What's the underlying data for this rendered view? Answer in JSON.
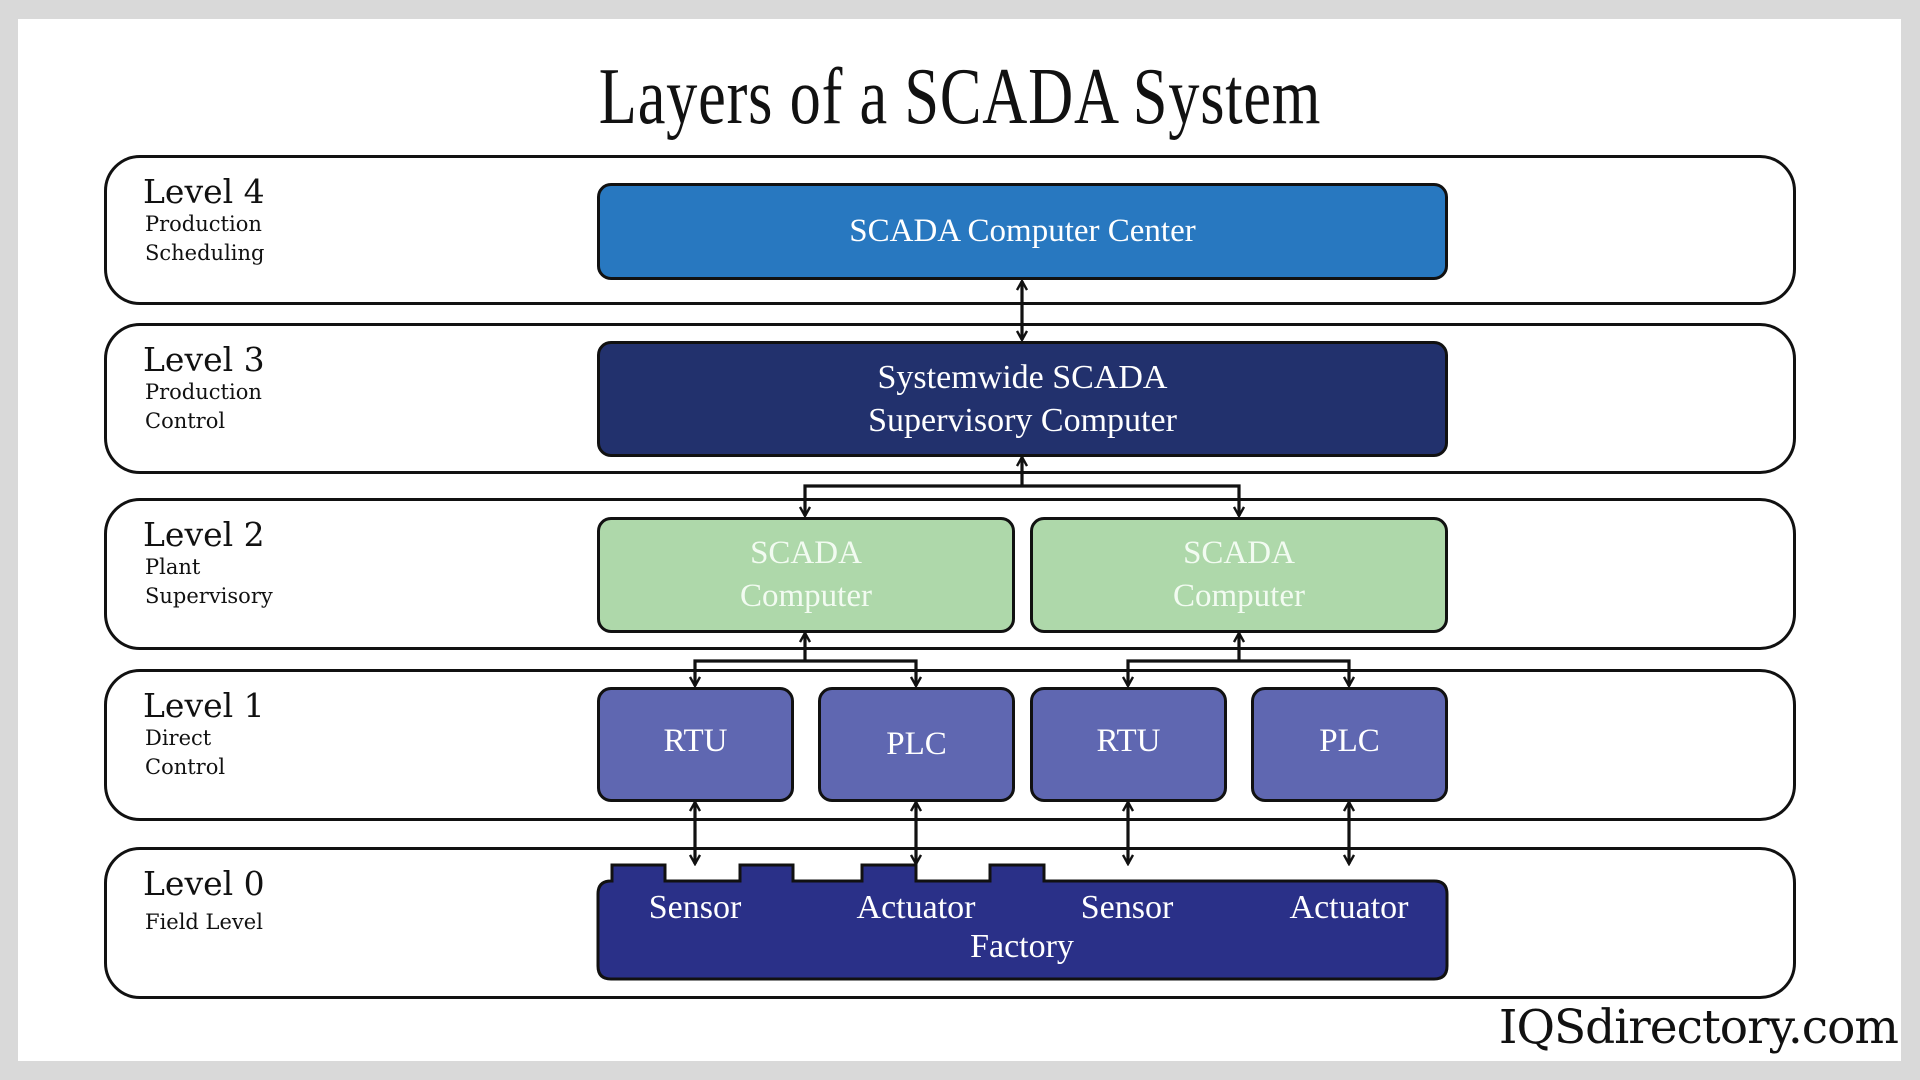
{
  "title": "Layers of a SCADA System",
  "levels": [
    {
      "name": "Level 4",
      "desc_lines": [
        "Production",
        "Scheduling"
      ]
    },
    {
      "name": "Level 3",
      "desc_lines": [
        "Production",
        "Control"
      ]
    },
    {
      "name": "Level 2",
      "desc_lines": [
        "Plant",
        "Supervisory"
      ]
    },
    {
      "name": "Level 1",
      "desc_lines": [
        "Direct",
        "Control"
      ]
    },
    {
      "name": "Level 0",
      "desc_lines": [
        "Field Level"
      ]
    }
  ],
  "nodes": {
    "level4": {
      "label": "SCADA Computer Center",
      "color": "#2878c0"
    },
    "level3": {
      "label_lines": [
        "Systemwide SCADA",
        "Supervisory Computer"
      ],
      "color": "#22316d"
    },
    "level2": [
      {
        "label_lines": [
          "SCADA",
          "Computer"
        ],
        "color": "#aed8aa"
      },
      {
        "label_lines": [
          "SCADA",
          "Computer"
        ],
        "color": "#aed8aa"
      }
    ],
    "level1": [
      {
        "label": "RTU",
        "color": "#5f67b1"
      },
      {
        "label": "PLC",
        "color": "#5f67b1"
      },
      {
        "label": "RTU",
        "color": "#5f67b1"
      },
      {
        "label": "PLC",
        "color": "#5f67b1"
      }
    ],
    "level0": {
      "devices": [
        "Sensor",
        "Actuator",
        "Sensor",
        "Actuator"
      ],
      "label": "Factory",
      "color": "#2a3088"
    }
  },
  "connections": [
    {
      "from": "SCADA Computer Center",
      "to": "Systemwide SCADA Supervisory Computer",
      "type": "bidirectional"
    },
    {
      "from": "Systemwide SCADA Supervisory Computer",
      "to": "SCADA Computer 1",
      "type": "bidirectional"
    },
    {
      "from": "Systemwide SCADA Supervisory Computer",
      "to": "SCADA Computer 2",
      "type": "bidirectional"
    },
    {
      "from": "SCADA Computer 1",
      "to": "RTU 1",
      "type": "bidirectional"
    },
    {
      "from": "SCADA Computer 1",
      "to": "PLC 1",
      "type": "bidirectional"
    },
    {
      "from": "SCADA Computer 2",
      "to": "RTU 2",
      "type": "bidirectional"
    },
    {
      "from": "SCADA Computer 2",
      "to": "PLC 2",
      "type": "bidirectional"
    },
    {
      "from": "RTU 1",
      "to": "Sensor 1",
      "type": "bidirectional"
    },
    {
      "from": "PLC 1",
      "to": "Actuator 1",
      "type": "bidirectional"
    },
    {
      "from": "RTU 2",
      "to": "Sensor 2",
      "type": "bidirectional"
    },
    {
      "from": "PLC 2",
      "to": "Actuator 2",
      "type": "bidirectional"
    }
  ],
  "watermark": "IQSdirectory.com"
}
